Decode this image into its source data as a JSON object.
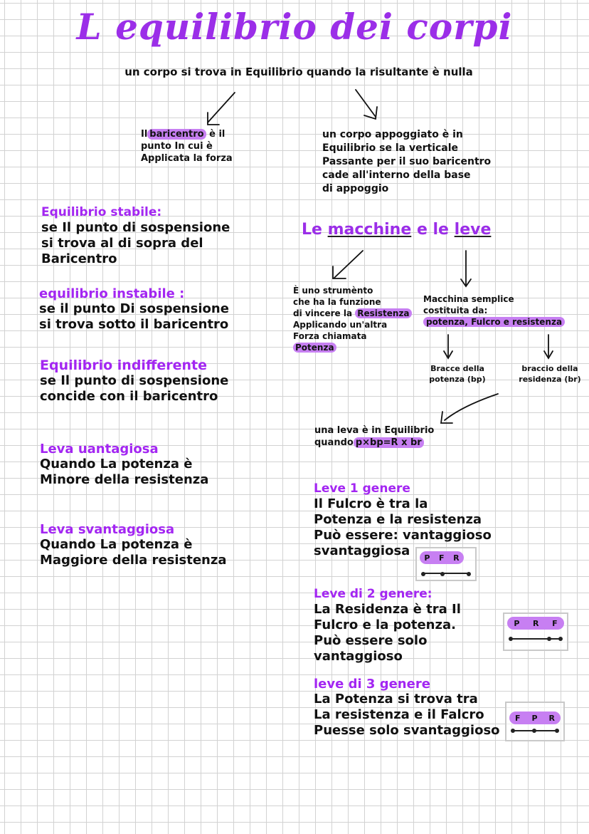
{
  "title": "L equilibrio dei corpi",
  "subtitle": "un corpo si trova in Equilibrio quando la risultante è nulla",
  "baricentro": {
    "before": "Il",
    "highlight": "baricentro",
    "after": "è il",
    "line2": "punto In cui è",
    "line3": "Applicata la forza"
  },
  "appoggio": [
    "un corpo appoggiato è in",
    "Equilibrio se la verticale",
    "Passante per il suo baricentro",
    "cade all'interno della base",
    "di appoggio"
  ],
  "stabile": {
    "heading": "Equilibrio stabile:",
    "lines": [
      "se Il punto di sospensione",
      "si trova al di sopra del",
      "Baricentro"
    ]
  },
  "instabile": {
    "heading": "equilibrio instabile :",
    "lines": [
      "se il punto Di sospensione",
      "si trova sotto il baricentro"
    ]
  },
  "indifferente": {
    "heading": "Equilibrio indifferente",
    "lines": [
      "se Il punto di sospensione",
      "concide con il baricentro"
    ]
  },
  "vantaggiosa": {
    "heading": "Leva uantagiosa",
    "lines": [
      "Quando La potenza è",
      "Minore della resistenza"
    ]
  },
  "svantaggiosa": {
    "heading": "Leva svantaggiosa",
    "lines": [
      "Quando La potenza è",
      "Maggiore della resistenza"
    ]
  },
  "macchine": {
    "before": "Le",
    "word1": "macchine",
    "middle": "e le",
    "word2": "leve"
  },
  "strumento": {
    "line1": "È uno strumènto",
    "line2": "che ha la funzione",
    "line3a": "di vincere la",
    "line3b": "Resistenza",
    "line4": "Applicando un'altra",
    "line5": "Forza chiamata",
    "line6": "Potenza"
  },
  "semplice": {
    "line1": "Macchina semplice",
    "line2": "costituita da:",
    "line3": "potenza, Fulcro e resistenza"
  },
  "braccio_bp": [
    "Bracce della",
    "potenza (bp)"
  ],
  "braccio_br": [
    "braccio della",
    "residenza (br)"
  ],
  "equilibrio_leva": {
    "line1": "una leva è in Equilibrio",
    "line2a": "quando",
    "line2b": "p×bp=R x br"
  },
  "genere1": {
    "heading": "Leve 1 genere",
    "lines": [
      "Il Fulcro è tra la",
      "Potenza e la resistenza",
      "Può essere: vantaggioso",
      "svantaggiosa"
    ],
    "labels": [
      "P",
      "F",
      "R"
    ]
  },
  "genere2": {
    "heading": "Leve di 2 genere:",
    "lines": [
      "La Residenza è tra Il",
      "Fulcro e la potenza.",
      "Può essere solo vantaggioso"
    ],
    "labels": [
      "P",
      "R",
      "F"
    ]
  },
  "genere3": {
    "heading": "leve di 3 genere",
    "lines": [
      "La Potenza si trova tra",
      "La resistenza e il Falcro",
      "Puesse solo svantaggioso"
    ],
    "labels": [
      "F",
      "P",
      "R"
    ]
  },
  "colors": {
    "accent": "#9b2ee8",
    "highlight": "#c77ff2",
    "grid": "#d2d2d2"
  }
}
